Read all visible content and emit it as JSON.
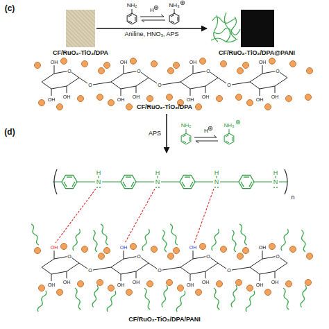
{
  "diagram": {
    "nodes": [
      {
        "text": [
          "CF/RuO₂-TiO₂/DPA"
        ]
      },
      {
        "text": [
          "CF/RuO₂-TiO₂/DPA@PANI"
        ]
      },
      {
        "text": [
          "CF/RuO₂-TiO₂/DPA"
        ]
      },
      {
        "text": [
          "CF/RuO₂-TiO₂/DPA/PANI"
        ]
      }
    ],
    "edges": [
      {
        "from": 0,
        "to": 1,
        "arrow": "to",
        "label": "Aniline, HNO₃, APS"
      },
      {
        "from": 2,
        "to": 3,
        "arrow": "to",
        "label": "APS"
      }
    ],
    "labels": [
      "(c)",
      "NH₂",
      "H",
      "NH₃",
      "(d)",
      "NH₂",
      "H",
      "NH₃",
      "H",
      "N",
      "H",
      "N",
      "H",
      "N",
      "H",
      "N",
      "n",
      "OH",
      "O",
      "OH",
      "OH",
      "O",
      "OH",
      "O",
      "OH",
      "OH",
      "O",
      "OH",
      "O",
      "OH",
      "OH",
      "O",
      "OH",
      "O",
      "OH",
      "OH",
      "OH",
      "O",
      "OH",
      "OH",
      "O",
      "OH",
      "O",
      "OH",
      "OH",
      "O",
      "OH",
      "O",
      "OH",
      "OH",
      "O",
      "OH",
      "O",
      "OH",
      "OH"
    ]
  }
}
